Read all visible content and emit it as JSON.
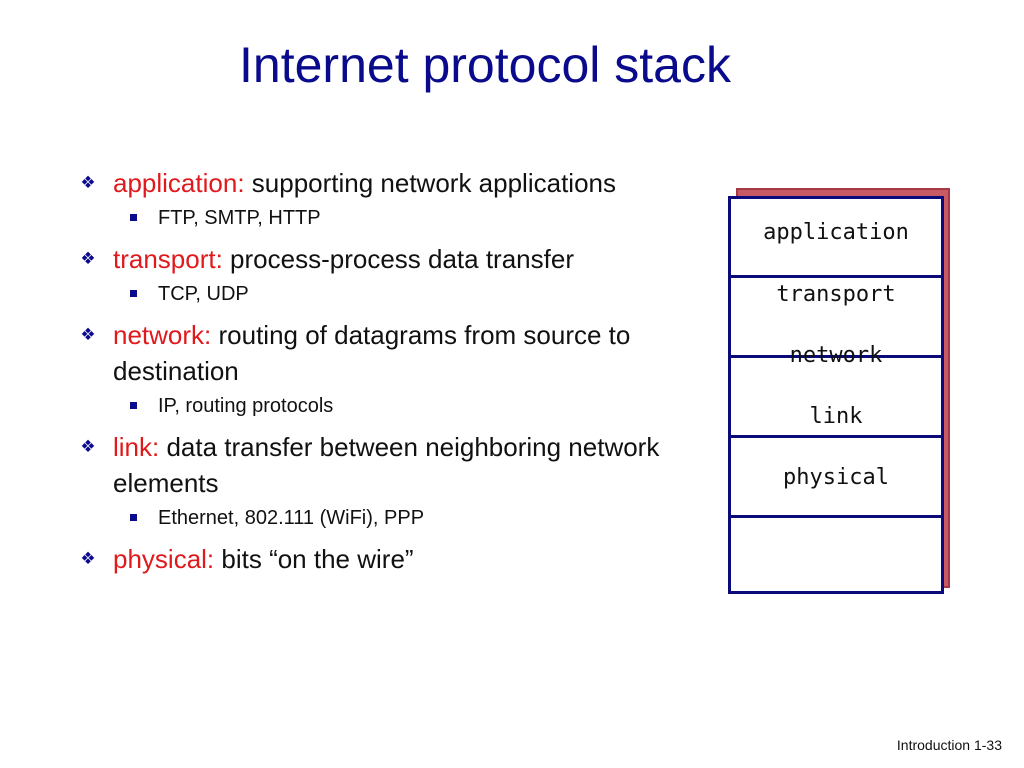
{
  "slide": {
    "title": "Internet protocol stack",
    "footer": "Introduction 1-33"
  },
  "bullet_glyph": "❖",
  "bullets": [
    {
      "layer": "application:",
      "description": " supporting network applications",
      "examples": "FTP, SMTP, HTTP"
    },
    {
      "layer": "transport:",
      "description": " process-process data transfer",
      "examples": "TCP, UDP"
    },
    {
      "layer": "network:",
      "description": " routing of datagrams from source to destination",
      "examples": "IP, routing protocols"
    },
    {
      "layer": "link:",
      "description": " data transfer between neighboring network elements",
      "examples": "Ethernet, 802.111 (WiFi), PPP"
    },
    {
      "layer": "physical:",
      "description": " bits “on the wire”"
    }
  ],
  "stack": {
    "layers": [
      "application",
      "transport",
      "network",
      "link",
      "physical"
    ]
  },
  "colors": {
    "title": "#0a0a8c",
    "layer_name": "#e0191c",
    "bullet": "#0a0a8c",
    "stack_border": "#0a0a7a",
    "stack_shadow": "#c75a65"
  }
}
